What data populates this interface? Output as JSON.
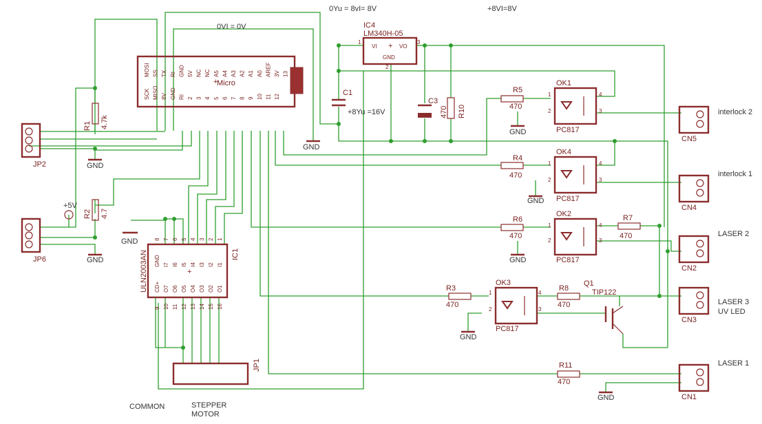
{
  "nets": {
    "vcc": "0Yu = 8vI= 8V",
    "v8": "+8VI=8V",
    "v0": "0VI = 0V",
    "v16": "+8Yu =16V",
    "interlock2": "interlock 2",
    "interlock1": "interlock 1",
    "laser2": "LASER 2",
    "laser3": "LASER 3",
    "uvled": "UV LED",
    "laser1": "LASER 1",
    "common": "COMMON",
    "stepper1": "STEPPER",
    "stepper2": "MOTOR",
    "plus5v": "+5V"
  },
  "micro": {
    "name": "Micro",
    "top_pins": [
      "MOSI",
      "SCK",
      "SS",
      "MISO",
      "TX",
      "8V",
      "RI",
      "GND",
      "5V",
      "NC",
      "NC",
      "A5",
      "A4",
      "A3",
      "A2",
      "A1",
      "A0",
      "AREF",
      "3V",
      "13"
    ],
    "top_pins_disp": [
      "MOSI SCK",
      "SS MISO",
      "TX 8V",
      "RI GND",
      "GND 5V",
      "NC",
      "NC",
      "A5",
      "A4",
      "A3",
      "A2",
      "A1",
      "A0",
      "AREF",
      "3V",
      "13"
    ],
    "inner_top": [
      "MOSI",
      "SS",
      "TX",
      "RI",
      "GND",
      "5V",
      "NC",
      "NC",
      "A5",
      "A4",
      "A3",
      "A2",
      "A1",
      "A0",
      "AREF",
      "3V",
      "13"
    ],
    "inner_bot": [
      "SCK",
      "MISO",
      "8V",
      "GND",
      "RI",
      "2",
      "3",
      "4",
      "5",
      "6",
      "7",
      "8",
      "9",
      "10",
      "11",
      "12"
    ]
  },
  "ic1": {
    "name": "IC1",
    "part": "ULN2003AN",
    "top_labels": [
      "GND",
      "I7",
      "I6",
      "I5",
      "I4",
      "I3",
      "I2",
      "I1"
    ],
    "top_nums": [
      "8",
      "7",
      "6",
      "5",
      "4",
      "3",
      "2",
      "1"
    ],
    "bot_labels": [
      "CD+",
      "O7",
      "O6",
      "O5",
      "O4",
      "O3",
      "O2",
      "O1"
    ],
    "bot_nums": [
      "9",
      "10",
      "11",
      "12",
      "13",
      "14",
      "15",
      "16"
    ]
  },
  "ic4": {
    "name": "IC4",
    "part": "LM340H-05",
    "vi": "VI",
    "vo": "VO",
    "gnd": "GND",
    "p1": "1",
    "p2": "2",
    "p3": "3"
  },
  "parts": {
    "c1": "C1",
    "c3": "C3",
    "r10": "R10",
    "r10v": "470",
    "r5": "R5",
    "r5v": "470",
    "r4": "R4",
    "r4v": "470",
    "r6": "R6",
    "r6v": "470",
    "r7": "R7",
    "r7v": "470",
    "r3": "R3",
    "r3v": "470",
    "r8": "R8",
    "r8v": "470",
    "r11": "R11",
    "r11v": "470",
    "r1": "R1",
    "r1v": "4.7k",
    "r2": "R2",
    "r2v": "4.7",
    "ok1": "OK1",
    "ok4": "OK4",
    "ok2": "OK2",
    "ok3": "OK3",
    "pc817": "PC817",
    "q1": "Q1",
    "q1v": "TIP122",
    "jp1": "JP1",
    "jp2": "JP2",
    "jp6": "JP6",
    "cn1": "CN1",
    "cn2": "CN2",
    "cn3": "CN3",
    "cn4": "CN4",
    "cn5": "CN5",
    "gnd": "GND"
  },
  "colors": {
    "wire": "#2e9e2e",
    "part": "#8b2c2c",
    "text": "#7a2222",
    "background": "#ffffff"
  }
}
